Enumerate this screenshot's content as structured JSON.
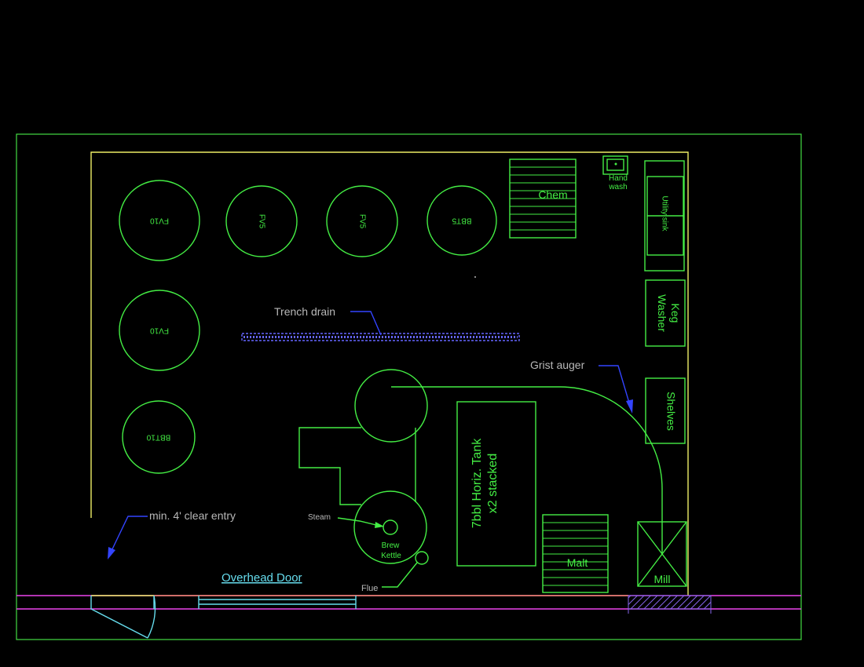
{
  "title": "Brewery floor plan",
  "colors": {
    "background": "#000000",
    "equipment": "#44ee44",
    "room_wall": "#eeee66",
    "property_line": "#44dd44",
    "exterior_wall": "#ee44ee",
    "leader": "#3344ff",
    "door": "#66ddee",
    "label": "#b8b8b8",
    "overhead_door": "#66ddee"
  },
  "tanks": {
    "fv10_top": "FV10",
    "fv5_a": "FV5",
    "fv5_b": "FV5",
    "bbt5": "BBT5",
    "fv10_mid": "FV10",
    "bbt10": "BBT10"
  },
  "equipment": {
    "chem": "Chem",
    "hand_wash_line1": "Hand",
    "hand_wash_line2": "wash",
    "utility_sink": "Utility sink",
    "keg_washer_line1": "Keg",
    "keg_washer_line2": "Washer",
    "shelves": "Shelves",
    "horiz_tank_line1": "7bbl Horiz. Tank",
    "horiz_tank_line2": "x2 stacked",
    "malt": "Malt",
    "mill": "Mill",
    "brew_kettle_line1": "Brew",
    "brew_kettle_line2": "Kettle"
  },
  "callouts": {
    "trench_drain": "Trench drain",
    "grist_auger": "Grist auger",
    "clear_entry": "min. 4' clear entry",
    "steam": "Steam",
    "flue": "Flue",
    "overhead_door": "Overhead Door"
  }
}
